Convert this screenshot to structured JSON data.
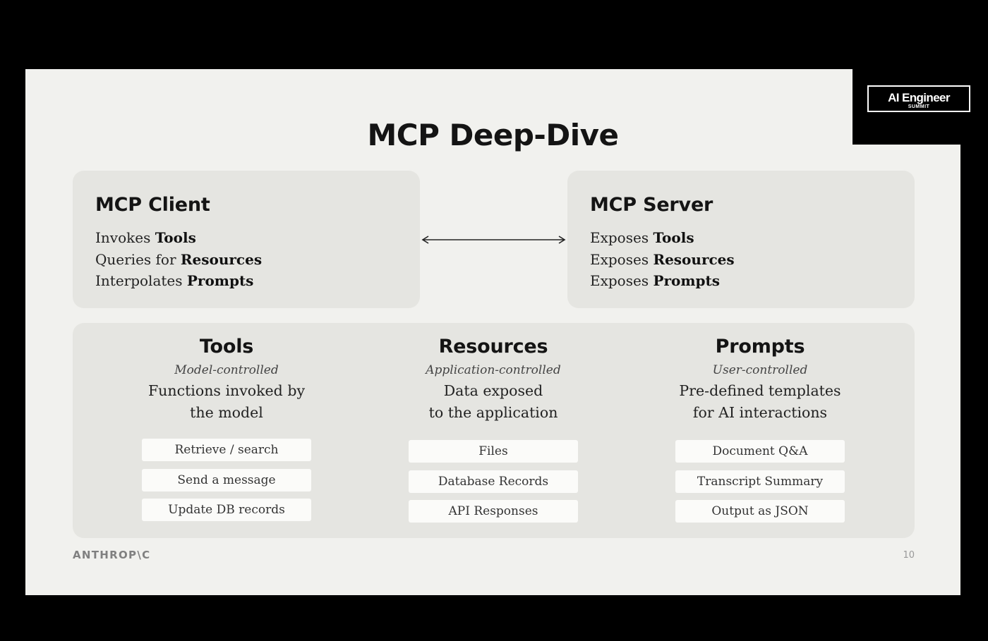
{
  "slide": {
    "title": "MCP Deep-Dive",
    "logo": {
      "main": "AI Engineer",
      "sub": "SUMMIT"
    },
    "client": {
      "title": "MCP Client",
      "lines": [
        {
          "verb": "Invokes ",
          "noun": "Tools"
        },
        {
          "verb": "Queries for ",
          "noun": "Resources"
        },
        {
          "verb": "Interpolates ",
          "noun": "Prompts"
        }
      ]
    },
    "server": {
      "title": "MCP Server",
      "lines": [
        {
          "verb": "Exposes ",
          "noun": "Tools"
        },
        {
          "verb": "Exposes ",
          "noun": "Resources"
        },
        {
          "verb": "Exposes ",
          "noun": "Prompts"
        }
      ]
    },
    "columns": [
      {
        "title": "Tools",
        "subtitle": "Model-controlled",
        "desc1": "Functions invoked by",
        "desc2": "the model",
        "items": [
          "Retrieve / search",
          "Send a message",
          "Update DB records"
        ]
      },
      {
        "title": "Resources",
        "subtitle": "Application-controlled",
        "desc1": "Data exposed",
        "desc2": "to the application",
        "items": [
          "Files",
          "Database Records",
          "API Responses"
        ]
      },
      {
        "title": "Prompts",
        "subtitle": "User-controlled",
        "desc1": "Pre-defined templates",
        "desc2": "for AI interactions",
        "items": [
          "Document Q&A",
          "Transcript Summary",
          "Output as JSON"
        ]
      }
    ],
    "footer": {
      "brand": "ANTHROP\\C",
      "page": "10"
    }
  }
}
